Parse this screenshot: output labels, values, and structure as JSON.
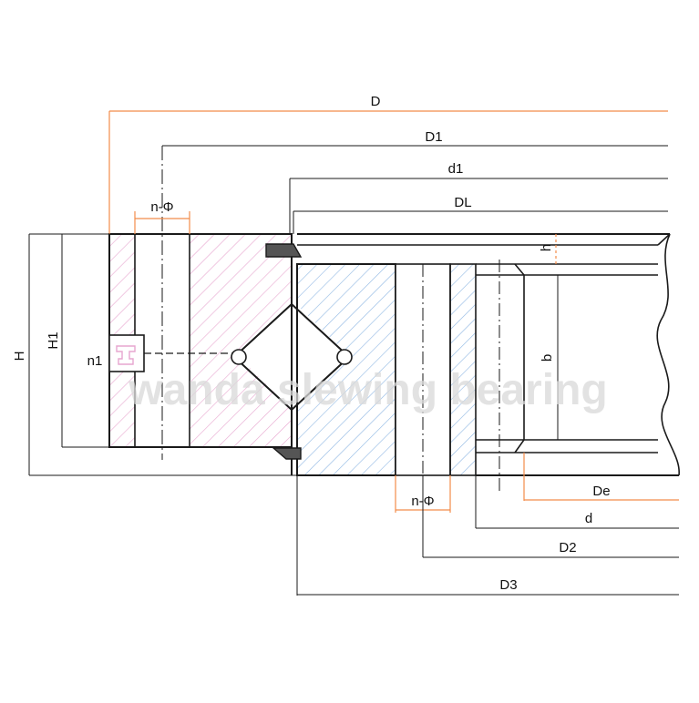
{
  "diagram": {
    "labels": {
      "D": "D",
      "D1": "D1",
      "d1": "d1",
      "DL": "DL",
      "n_phi_top": "n-Φ",
      "h": "h",
      "H": "H",
      "H1": "H1",
      "n1": "n1",
      "b": "b",
      "De": "De",
      "d": "d",
      "n_phi_bottom": "n-Φ",
      "D2": "D2",
      "D3": "D3"
    },
    "watermark": "wanda slewing bearing",
    "colors": {
      "outline": "#1a1a1a",
      "dimension_orange": "#f28c4a",
      "outer_ring_hatch": "#e7a6cf",
      "inner_ring_hatch": "#8fb7e3",
      "watermark": "#d0d0d0"
    }
  }
}
